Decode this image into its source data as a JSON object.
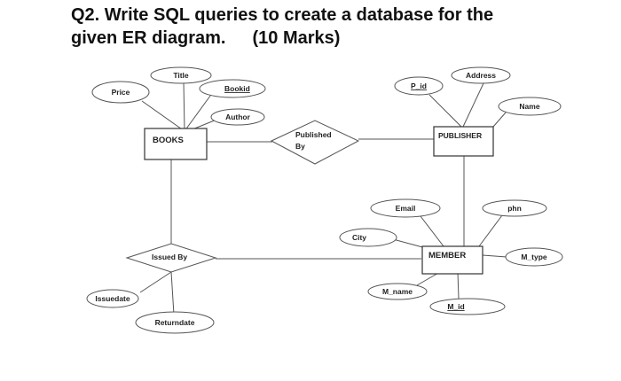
{
  "question": {
    "line1": "Q2. Write SQL queries to create a database for the",
    "line2": "given ER diagram.",
    "marks": "(10 Marks)"
  },
  "diagram": {
    "entities": {
      "books": "BOOKS",
      "publisher": "PUBLISHER",
      "member": "MEMBER"
    },
    "relationships": {
      "published_by_line1": "Published",
      "published_by_line2": "By",
      "issued_by": "Issued By"
    },
    "attributes": {
      "title": "Title",
      "price": "Price",
      "bookid": "Bookid",
      "author": "Author",
      "p_id": "P_id",
      "address": "Address",
      "name": "Name",
      "email": "Email",
      "phn": "phn",
      "city": "City",
      "m_type": "M_type",
      "m_name": "M_name",
      "m_id": "M_id",
      "issuedate": "Issuedate",
      "returndate": "Returndate"
    },
    "key_attributes": [
      "Bookid",
      "P_id",
      "M_id"
    ]
  }
}
